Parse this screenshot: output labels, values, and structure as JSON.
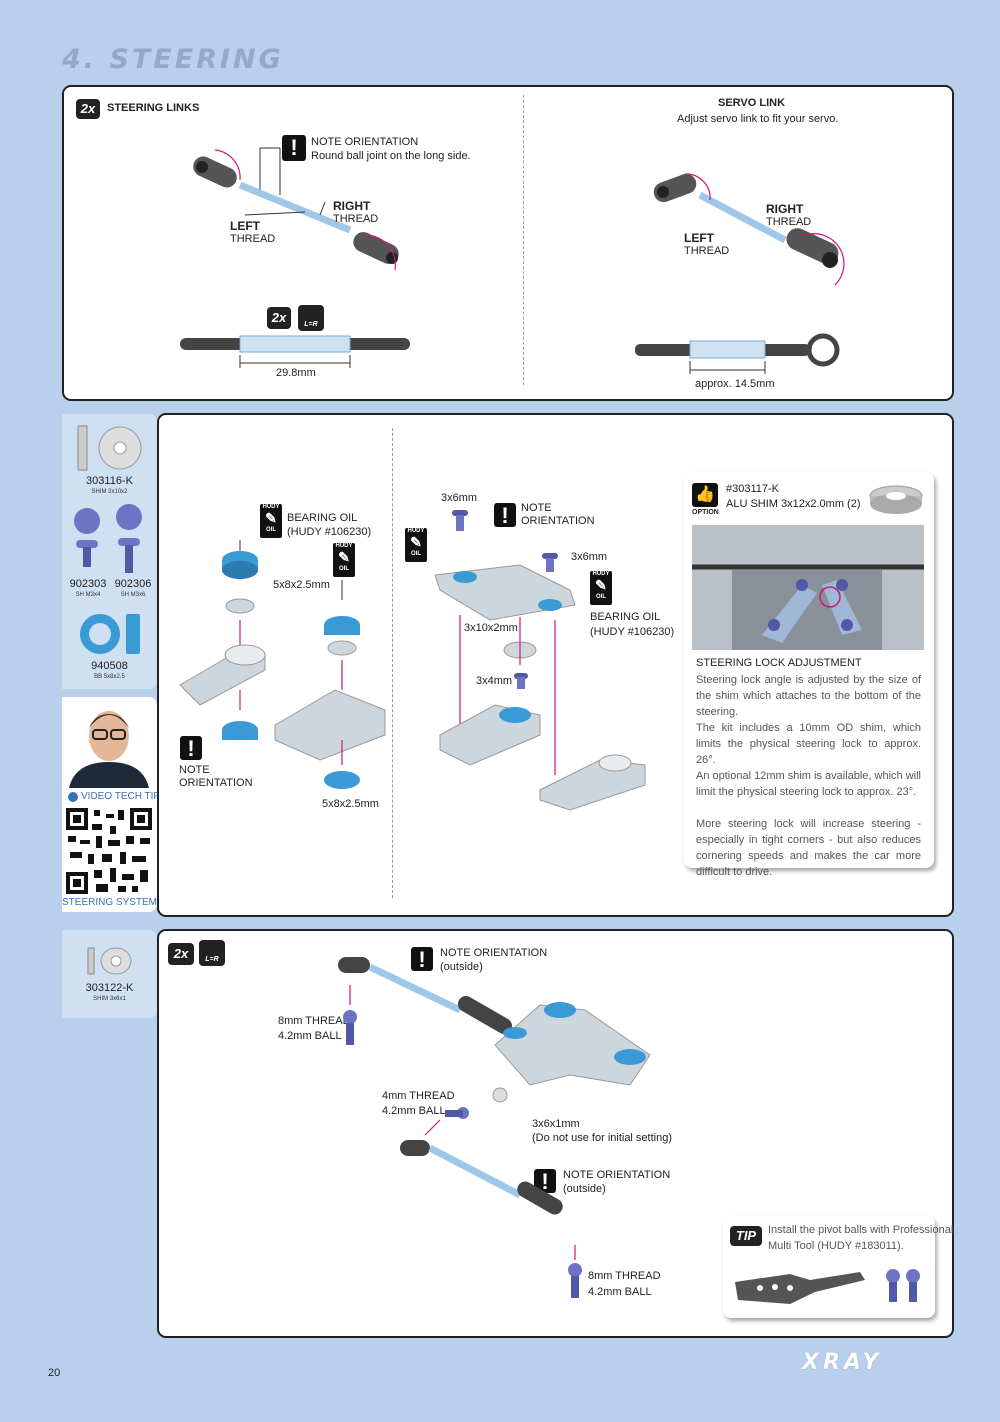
{
  "page": {
    "title": "4. STEERING",
    "page_number": "20",
    "brand": "XRAY"
  },
  "section1": {
    "left": {
      "badge": "2x",
      "heading": "STEERING LINKS",
      "note_title": "NOTE ORIENTATION",
      "note_text": "Round ball joint on the long side.",
      "right_thread_l1": "RIGHT",
      "right_thread_l2": "THREAD",
      "left_thread_l1": "LEFT",
      "left_thread_l2": "THREAD",
      "badge2": "2x",
      "lr_icon": "L=R",
      "measure": "29.8mm"
    },
    "right": {
      "heading": "SERVO LINK",
      "subheading": "Adjust servo link to fit your servo.",
      "right_thread_l1": "RIGHT",
      "right_thread_l2": "THREAD",
      "left_thread_l1": "LEFT",
      "left_thread_l2": "THREAD",
      "measure": "approx. 14.5mm"
    }
  },
  "sidebar2": {
    "parts": [
      {
        "code": "303116-K",
        "desc": "SHIM 3x10x2"
      },
      {
        "code": "902303",
        "desc": "SH M3x4"
      },
      {
        "code": "902306",
        "desc": "SH M3x6"
      },
      {
        "code": "940508",
        "desc": "BB 5x8x2.5"
      }
    ],
    "video_label": "VIDEO TECH TIP",
    "video_title": "STEERING SYSTEM"
  },
  "section2": {
    "a": {
      "hudy_top": "HUDY",
      "oil": "OIL",
      "bearing_oil_l1": "BEARING OIL",
      "bearing_oil_l2": "(HUDY #106230)",
      "bearing1": "5x8x2.5mm",
      "bearing2": "5x8x2.5mm",
      "note_l1": "NOTE",
      "note_l2": "ORIENTATION"
    },
    "b": {
      "screw1": "3x6mm",
      "note_l1": "NOTE",
      "note_l2": "ORIENTATION",
      "screw2": "3x6mm",
      "bearing_oil_l1": "BEARING OIL",
      "bearing_oil_l2": "(HUDY #106230)",
      "shim": "3x10x2mm",
      "screw3": "3x4mm"
    },
    "option": {
      "part": "#303117-K",
      "desc": "ALU SHIM 3x12x2.0mm (2)",
      "icon_label": "OPTION",
      "heading": "STEERING LOCK ADJUSTMENT",
      "p1": "Steering lock angle is adjusted by the size of the shim which attaches to the bottom of the steering.",
      "p2": "The kit includes a 10mm OD shim, which limits the physical steering lock to approx. 26°.",
      "p3": "An optional 12mm shim is available, which will limit the physical steering lock to approx. 23°.",
      "p4": "More steering lock will increase steering - especially in tight corners - but also reduces cornering speeds and makes the car more difficult to drive."
    }
  },
  "sidebar3": {
    "parts": [
      {
        "code": "303122-K",
        "desc": "SHIM 3x6x1"
      }
    ]
  },
  "section3": {
    "badge": "2x",
    "lr_icon": "L=R",
    "note1_l1": "NOTE ORIENTATION",
    "note1_l2": "(outside)",
    "ball1_l1": "8mm THREAD",
    "ball1_l2": "4.2mm BALL",
    "ball2_l1": "4mm THREAD",
    "ball2_l2": "4.2mm BALL",
    "shim_l1": "3x6x1mm",
    "shim_l2": "(Do not use for initial setting)",
    "note2_l1": "NOTE ORIENTATION",
    "note2_l2": "(outside)",
    "ball3_l1": "8mm THREAD",
    "ball3_l2": "4.2mm BALL",
    "tip_label": "TIP",
    "tip_text_l1": "Install the pivot balls with Professional",
    "tip_text_l2": "Multi Tool (HUDY #183011)."
  }
}
